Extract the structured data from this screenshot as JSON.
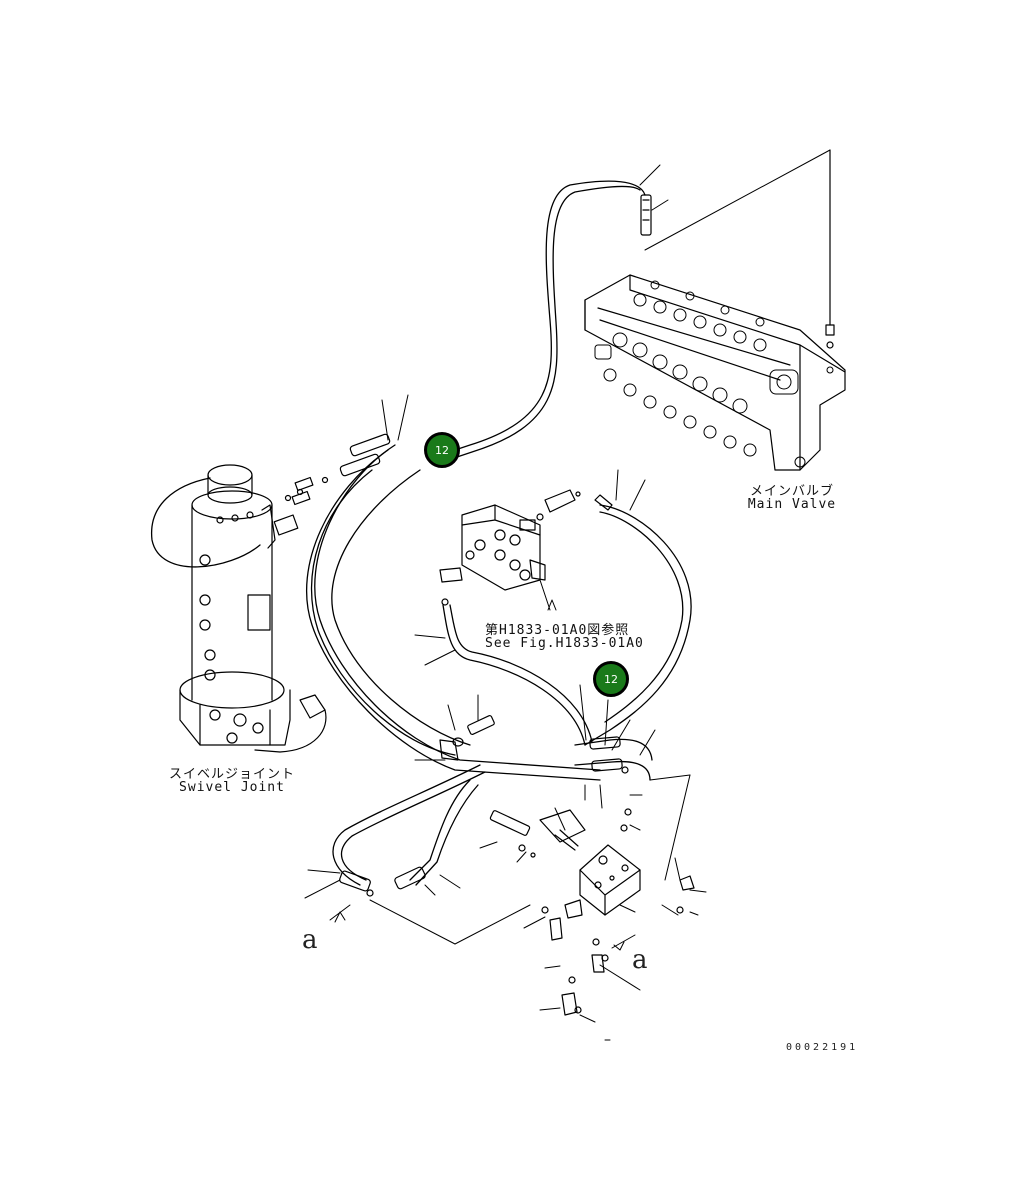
{
  "labels": {
    "main_valve_jp": "メインバルブ",
    "main_valve_en": "Main Valve",
    "swivel_joint_jp": "スイベルジョイント",
    "swivel_joint_en": "Swivel Joint",
    "see_fig_jp": "第H1833-01A0図参照",
    "see_fig_en": "See Fig.H1833-01A0",
    "ref_a_left": "a",
    "ref_a_right": "a",
    "doc_number": "00022191"
  },
  "callouts": [
    {
      "id": "callout-12-upper",
      "label": "12"
    },
    {
      "id": "callout-12-lower",
      "label": "12"
    }
  ],
  "colors": {
    "line": "#000000",
    "callout_fill": "#1a7a1a",
    "callout_text": "#ffffff"
  }
}
